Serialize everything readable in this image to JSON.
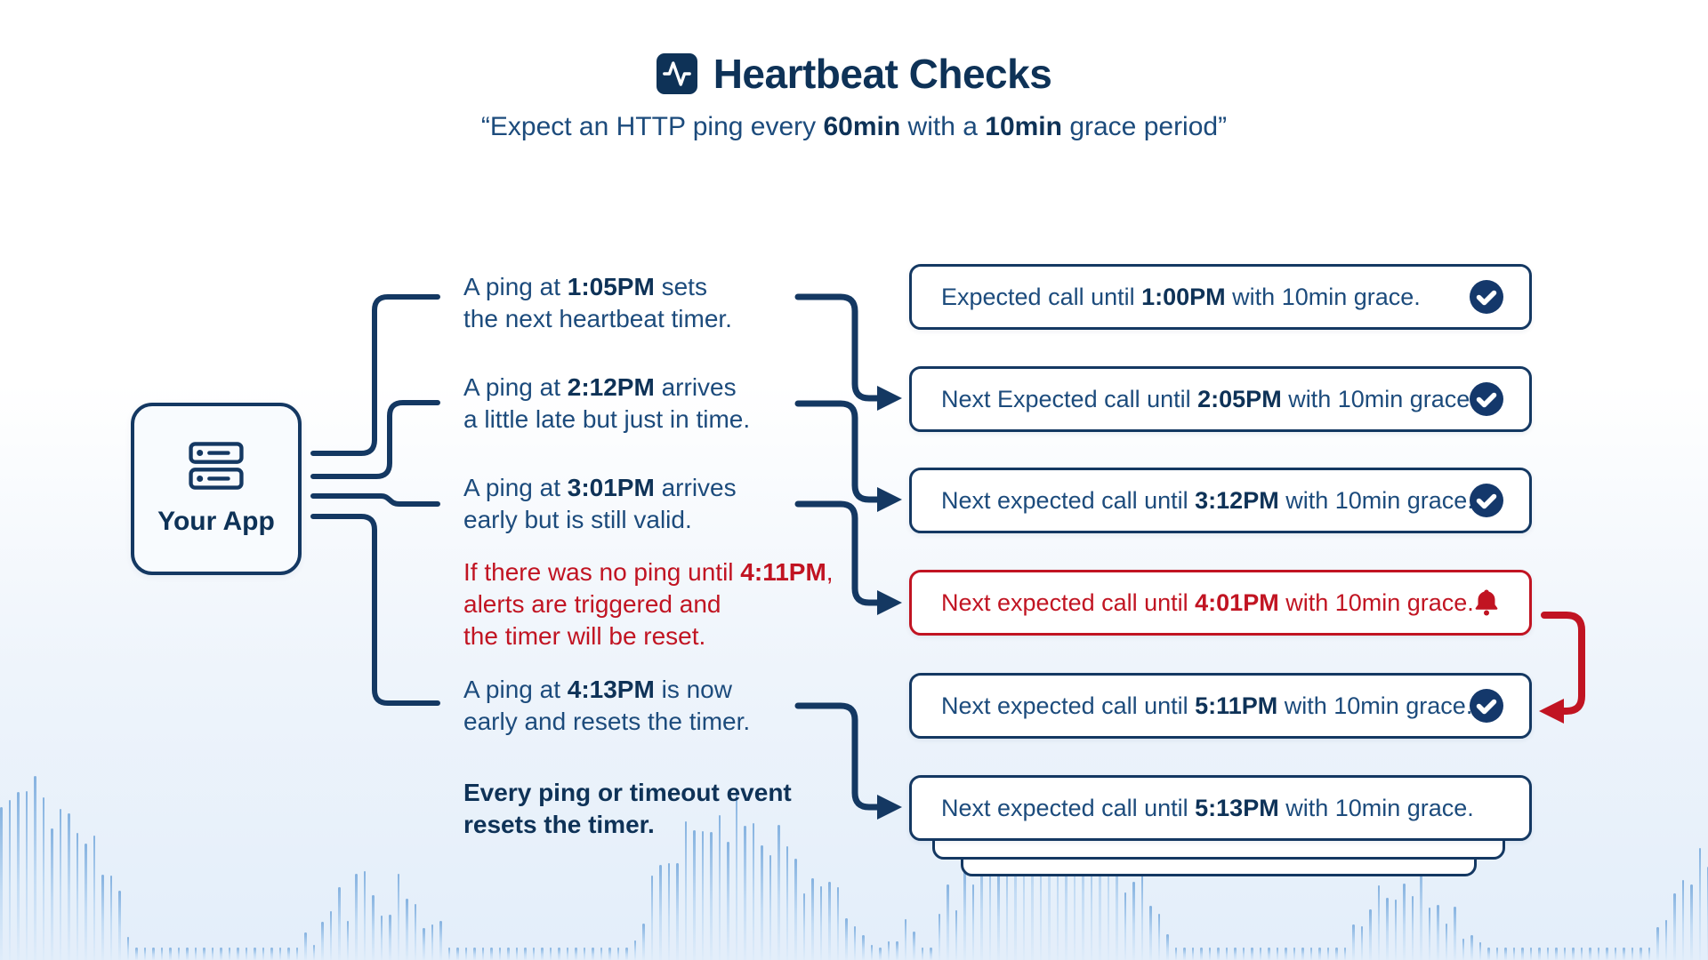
{
  "colors": {
    "navy": "#143862",
    "navy_dark": "#0e3257",
    "navy_text": "#1c4b7c",
    "red": "#c11422",
    "app_box_bg": "#f8fbfe",
    "waveform_bar": "#7aabdd",
    "page_bottom": "#e3eefa"
  },
  "header": {
    "title": "Heartbeat Checks",
    "title_icon": "heartbeat-pulse-icon",
    "subtitle_lines": [
      [
        "“Expect an HTTP ping every ",
        {
          "b": "60min"
        },
        " with a ",
        {
          "b": "10min"
        },
        " grace period”"
      ]
    ]
  },
  "app": {
    "label": "Your App",
    "icon": "server-icon"
  },
  "annotations": [
    {
      "tone": "navy",
      "lines": [
        [
          "A ping at ",
          {
            "b": "1:05PM"
          },
          " sets"
        ],
        [
          "the next heartbeat timer."
        ]
      ]
    },
    {
      "tone": "navy",
      "lines": [
        [
          "A ping at ",
          {
            "b": "2:12PM"
          },
          " arrives"
        ],
        [
          "a little late but just in time."
        ]
      ]
    },
    {
      "tone": "navy",
      "lines": [
        [
          "A ping at ",
          {
            "b": "3:01PM"
          },
          " arrives"
        ],
        [
          "early but is still valid."
        ]
      ]
    },
    {
      "tone": "red",
      "lines": [
        [
          "If there was no ping until ",
          {
            "b": "4:11PM"
          },
          ","
        ],
        [
          "alerts are triggered and"
        ],
        [
          "the timer will be reset."
        ]
      ]
    },
    {
      "tone": "navy",
      "lines": [
        [
          "A ping at ",
          {
            "b": "4:13PM"
          },
          " is now"
        ],
        [
          "early and resets the timer."
        ]
      ]
    },
    {
      "tone": "navy-bold",
      "lines": [
        [
          {
            "b": "Every ping or timeout event"
          }
        ],
        [
          {
            "b": "resets the timer."
          }
        ]
      ]
    }
  ],
  "checks": [
    {
      "tone": "navy",
      "has_check": true,
      "has_bell": false,
      "lines": [
        [
          "Expected call until ",
          {
            "b": "1:00PM"
          },
          " with 10min grace."
        ]
      ]
    },
    {
      "tone": "navy",
      "has_check": true,
      "has_bell": false,
      "lines": [
        [
          "Next Expected call until ",
          {
            "b": "2:05PM"
          },
          " with 10min grace."
        ]
      ]
    },
    {
      "tone": "navy",
      "has_check": true,
      "has_bell": false,
      "lines": [
        [
          "Next expected call until ",
          {
            "b": "3:12PM"
          },
          " with 10min grace."
        ]
      ]
    },
    {
      "tone": "red",
      "has_check": false,
      "has_bell": true,
      "lines": [
        [
          "Next expected call until ",
          {
            "b": "4:01PM"
          },
          " with 10min grace."
        ]
      ]
    },
    {
      "tone": "navy",
      "has_check": true,
      "has_bell": false,
      "lines": [
        [
          "Next expected call until ",
          {
            "b": "5:11PM"
          },
          " with 10min grace."
        ]
      ]
    },
    {
      "tone": "navy",
      "has_check": false,
      "has_bell": false,
      "lines": [
        [
          "Next expected call until ",
          {
            "b": "5:13PM"
          },
          " with 10min grace."
        ]
      ]
    }
  ]
}
